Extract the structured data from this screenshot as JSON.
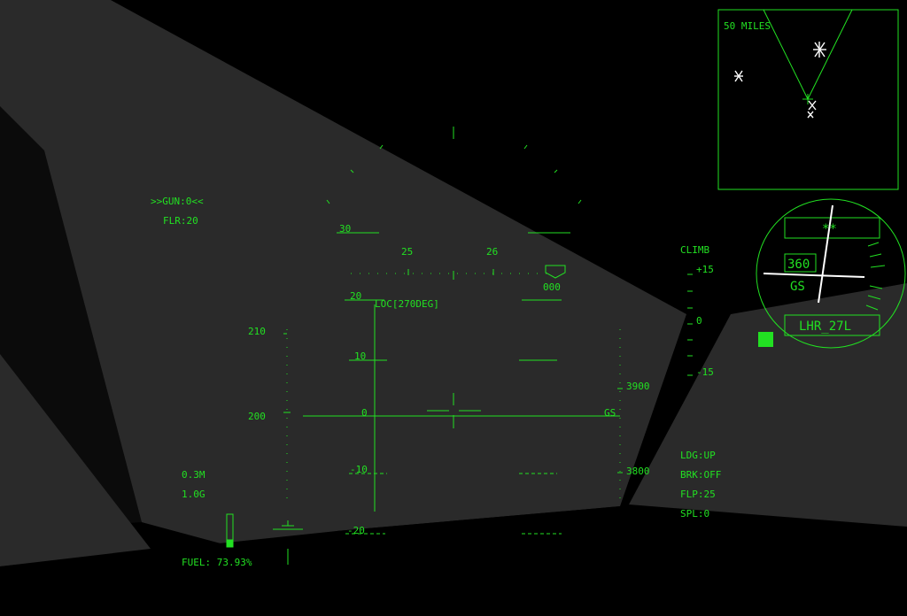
{
  "colors": {
    "hud": "#22e022",
    "sky": "#000000",
    "terrain": "#2a2a2a",
    "radar_contact": "#ffffff"
  },
  "weapons": {
    "gun": ">>GUN:0<<",
    "flares": "FLR:20"
  },
  "heading_tape": {
    "labels": [
      "25",
      "26"
    ],
    "readout": "000"
  },
  "pitch_ladder": {
    "labels": [
      "30",
      "20",
      "10",
      "0",
      "-10",
      "-20"
    ],
    "course": "LOC[270DEG]",
    "gs_label": "GS"
  },
  "airspeed": {
    "labels": [
      "210",
      "200"
    ]
  },
  "altitude": {
    "labels": [
      "3900",
      "3800"
    ]
  },
  "climb": {
    "title": "CLIMB",
    "labels": [
      "+15",
      "0",
      "-15"
    ]
  },
  "flight": {
    "mach": "0.3M",
    "gload": "1.0G"
  },
  "fuel": {
    "label": "FUEL: 73.93%",
    "fraction": 0.74
  },
  "status": {
    "gear": "LDG:UP",
    "brake": "BRK:OFF",
    "flaps": "FLP:25",
    "spoilers": "SPL:0"
  },
  "radar": {
    "range": "50 MILES"
  },
  "ils": {
    "top": "**",
    "heading": "360",
    "gs": "GS",
    "runway": "LHR_27L"
  }
}
